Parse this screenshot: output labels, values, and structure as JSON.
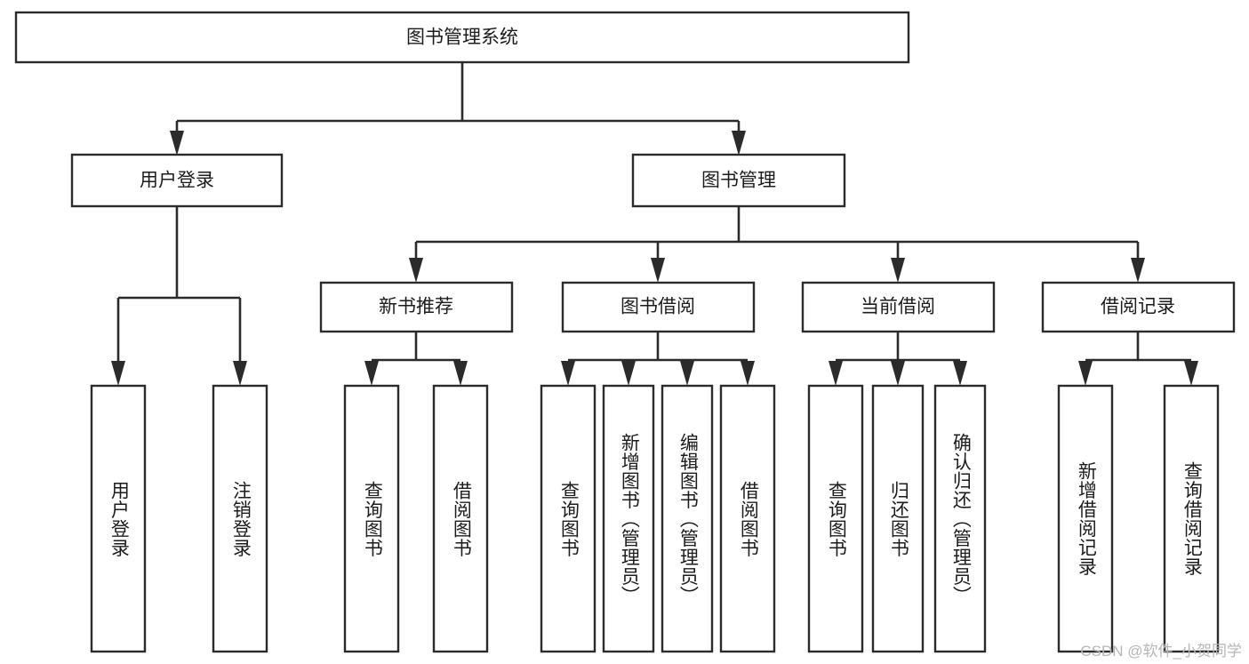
{
  "diagram": {
    "title": "图书管理系统",
    "type": "hierarchy-tree",
    "watermark": "CSDN @软件_小贺同学",
    "colors": {
      "stroke": "#2b2b2b",
      "fill": "#ffffff",
      "text": "#1c1c1c",
      "watermark": "#b6b6b6",
      "background": "#ffffff"
    },
    "levels": {
      "root": "图书管理系统",
      "level2": [
        "用户登录",
        "图书管理"
      ],
      "level3": [
        "新书推荐",
        "图书借阅",
        "当前借阅",
        "借阅记录"
      ]
    },
    "nodes": {
      "root": {
        "label": "图书管理系统",
        "orientation": "horizontal"
      },
      "user_login": {
        "label": "用户登录",
        "orientation": "horizontal"
      },
      "book_mgmt": {
        "label": "图书管理",
        "orientation": "horizontal"
      },
      "new_book_rec": {
        "label": "新书推荐",
        "orientation": "horizontal"
      },
      "book_borrow": {
        "label": "图书借阅",
        "orientation": "horizontal"
      },
      "current_borrow": {
        "label": "当前借阅",
        "orientation": "horizontal"
      },
      "borrow_record": {
        "label": "借阅记录",
        "orientation": "horizontal"
      },
      "leaf_user_login": {
        "label": "用户登录",
        "orientation": "vertical"
      },
      "leaf_logout": {
        "label": "注销登录",
        "orientation": "vertical"
      },
      "leaf_query_book_1": {
        "label": "查询图书",
        "orientation": "vertical"
      },
      "leaf_borrow_book_1": {
        "label": "借阅图书",
        "orientation": "vertical"
      },
      "leaf_query_book_2": {
        "label": "查询图书",
        "orientation": "vertical"
      },
      "leaf_add_book": {
        "label": "新增图书（管理员）",
        "orientation": "vertical"
      },
      "leaf_edit_book": {
        "label": "编辑图书（管理员）",
        "orientation": "vertical"
      },
      "leaf_borrow_book_2": {
        "label": "借阅图书",
        "orientation": "vertical"
      },
      "leaf_query_book_3": {
        "label": "查询图书",
        "orientation": "vertical"
      },
      "leaf_return_book": {
        "label": "归还图书",
        "orientation": "vertical"
      },
      "leaf_confirm_return": {
        "label": "确认归还（管理员）",
        "orientation": "vertical"
      },
      "leaf_add_record": {
        "label": "新增借阅记录",
        "orientation": "vertical"
      },
      "leaf_query_record": {
        "label": "查询借阅记录",
        "orientation": "vertical"
      }
    },
    "groups": {
      "user_login_children": [
        "用户登录",
        "注销登录"
      ],
      "new_book_rec_children": [
        "查询图书",
        "借阅图书"
      ],
      "book_borrow_children": [
        "查询图书",
        "新增图书（管理员）",
        "编辑图书（管理员）",
        "借阅图书"
      ],
      "current_borrow_children": [
        "查询图书",
        "归还图书",
        "确认归还（管理员）"
      ],
      "borrow_record_children": [
        "新增借阅记录",
        "查询借阅记录"
      ]
    }
  }
}
